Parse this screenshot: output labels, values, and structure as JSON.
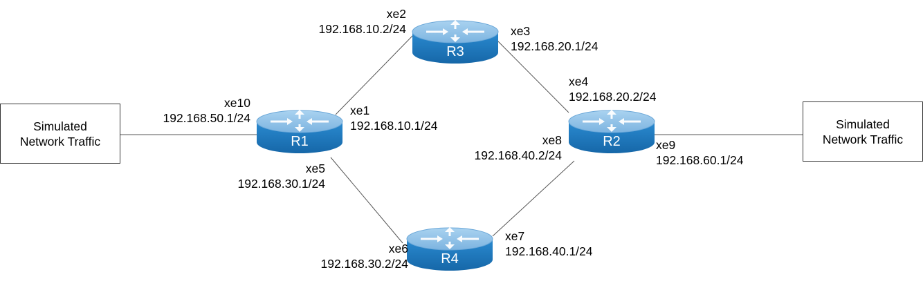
{
  "traffic_left": {
    "line1": "Simulated",
    "line2": "Network Traffic"
  },
  "traffic_right": {
    "line1": "Simulated",
    "line2": "Network Traffic"
  },
  "routers": {
    "R1": {
      "name": "R1"
    },
    "R2": {
      "name": "R2"
    },
    "R3": {
      "name": "R3"
    },
    "R4": {
      "name": "R4"
    }
  },
  "interfaces": {
    "xe1": {
      "name": "xe1",
      "ip": "192.168.10.1/24"
    },
    "xe2": {
      "name": "xe2",
      "ip": "192.168.10.2/24"
    },
    "xe3": {
      "name": "xe3",
      "ip": "192.168.20.1/24"
    },
    "xe4": {
      "name": "xe4",
      "ip": "192.168.20.2/24"
    },
    "xe5": {
      "name": "xe5",
      "ip": "192.168.30.1/24"
    },
    "xe6": {
      "name": "xe6",
      "ip": "192.168.30.2/24"
    },
    "xe7": {
      "name": "xe7",
      "ip": "192.168.40.1/24"
    },
    "xe8": {
      "name": "xe8",
      "ip": "192.168.40.2/24"
    },
    "xe9": {
      "name": "xe9",
      "ip": "192.168.60.1/24"
    },
    "xe10": {
      "name": "xe10",
      "ip": "192.168.50.1/24"
    }
  },
  "colors": {
    "router_top": "#8fbfe6",
    "router_side": "#1f7fc4",
    "line": "#555555"
  }
}
